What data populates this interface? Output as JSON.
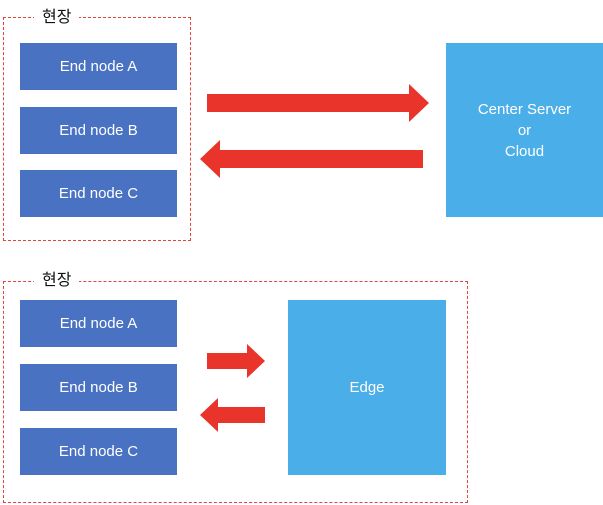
{
  "top_diagram": {
    "group_label": "현장",
    "nodes": [
      "End node A",
      "End node B",
      "End node C"
    ],
    "server_lines": [
      "Center Server",
      "or",
      "Cloud"
    ]
  },
  "bottom_diagram": {
    "group_label": "현장",
    "nodes": [
      "End node A",
      "End node B",
      "End node C"
    ],
    "edge_label": "Edge"
  },
  "colors": {
    "node_fill": "#4a72c3",
    "server_fill": "#4aaee8",
    "arrow_fill": "#e8342a",
    "group_border": "#e8423a"
  }
}
